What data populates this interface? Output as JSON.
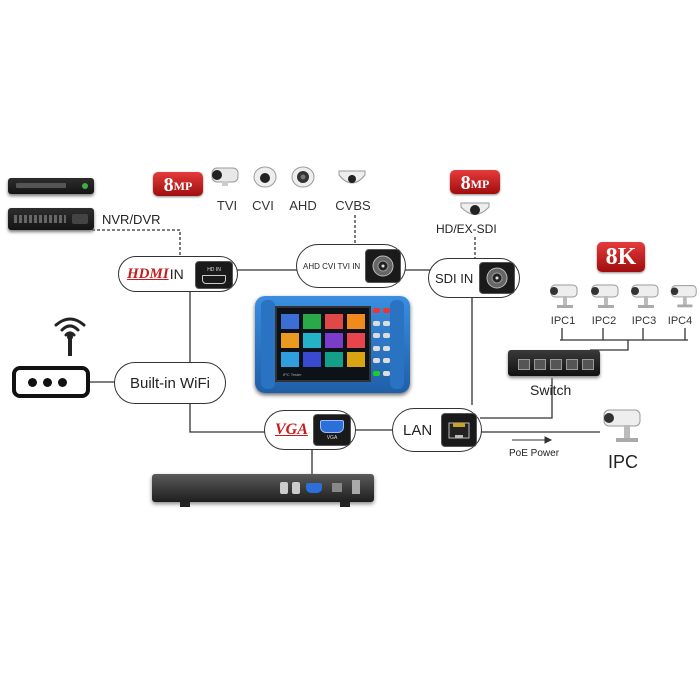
{
  "badges": {
    "mp_left_number": "8",
    "mp_left_unit": "MP",
    "mp_right_number": "8",
    "mp_right_unit": "MP",
    "k8": "8K"
  },
  "analog_cameras": [
    "TVI",
    "CVI",
    "AHD",
    "CVBS"
  ],
  "sdi_camera_label": "HD/EX-SDI",
  "nvr_label": "NVR/DVR",
  "hdmi": {
    "logo": "HDMI",
    "suffix": "IN",
    "port_label": "HD IN"
  },
  "analog_in": {
    "label": "AHD CVI TVI IN"
  },
  "sdi_in": {
    "label": "SDI IN"
  },
  "wifi": {
    "label": "Built-in WiFi"
  },
  "vga": {
    "logo": "VGA",
    "port_label": "VGA"
  },
  "lan": {
    "label": "LAN"
  },
  "ipc_cameras": [
    "IPC1",
    "IPC2",
    "IPC3",
    "IPC4"
  ],
  "switch_label": "Switch",
  "poe_label": "PoE Power",
  "ipc_label": "IPC",
  "tester": {
    "brand": "IPC Tester"
  },
  "colors": {
    "accent_red": "#c81c1c",
    "device_blue": "#2d7fd3",
    "line": "#333333"
  }
}
